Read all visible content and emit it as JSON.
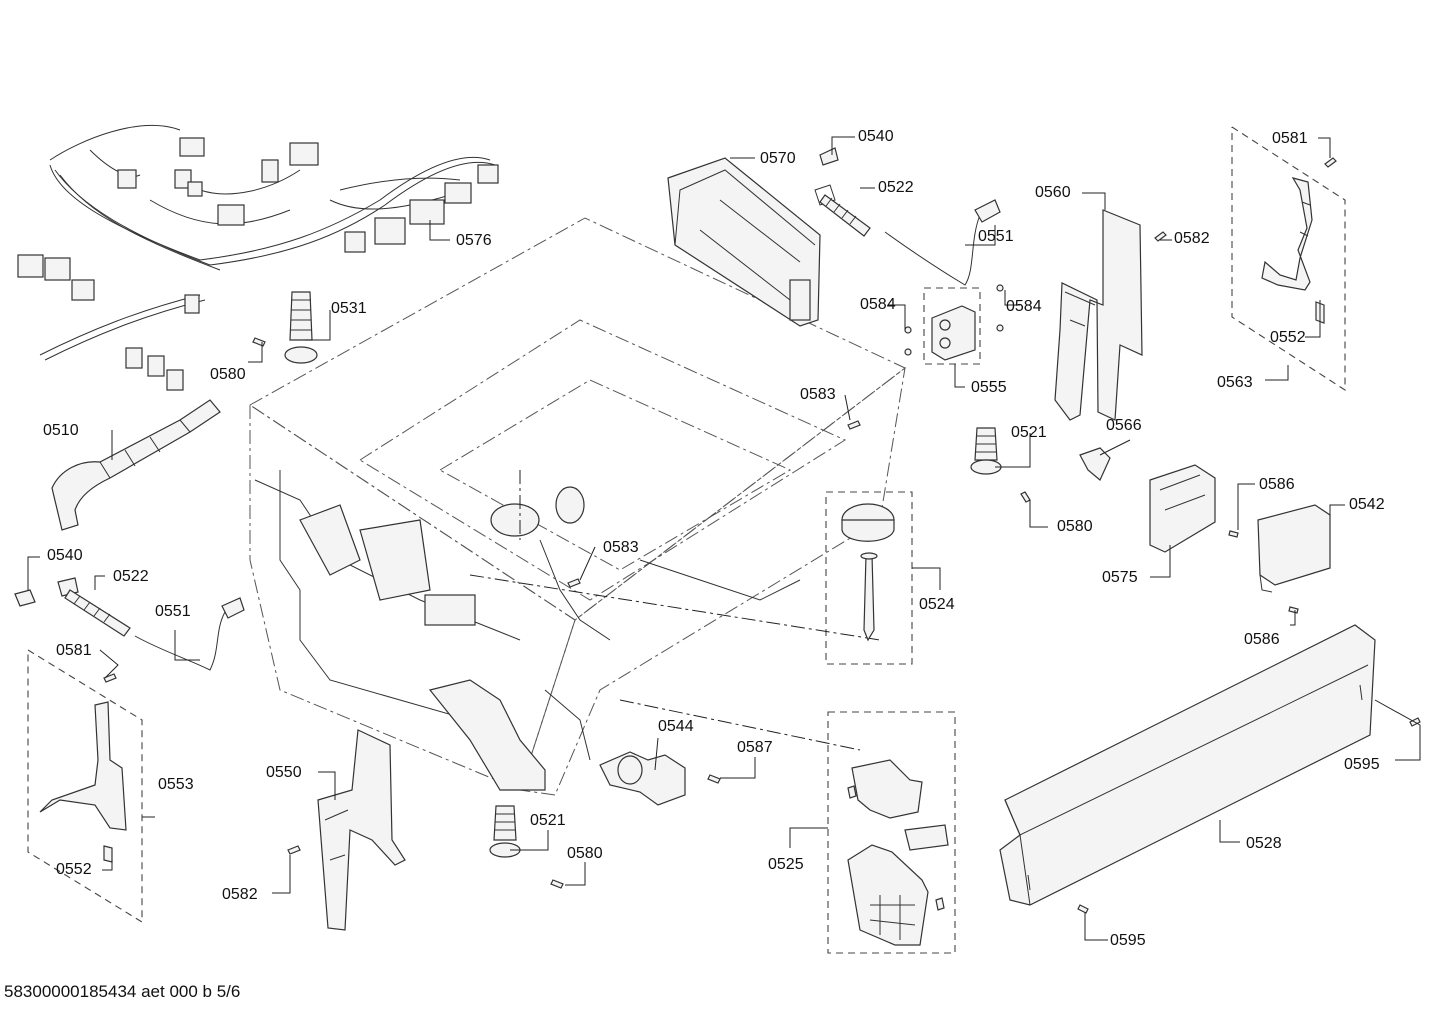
{
  "document": {
    "footer_text": "58300000185434 aet 000 b 5/6"
  },
  "callouts": {
    "c0540a": "0540",
    "c0570": "0570",
    "c0522a": "0522",
    "c0551a": "0551",
    "c0560": "0560",
    "c0581a": "0581",
    "c0582a": "0582",
    "c0576": "0576",
    "c0531": "0531",
    "c0580a": "0580",
    "c0584a": "0584",
    "c0584b": "0584",
    "c0555": "0555",
    "c0552a": "0552",
    "c0563": "0563",
    "c0583a": "0583",
    "c0510": "0510",
    "c0521a": "0521",
    "c0566": "0566",
    "c0580b": "0580",
    "c0586a": "0586",
    "c0542": "0542",
    "c0575": "0575",
    "c0540b": "0540",
    "c0583b": "0583",
    "c0524": "0524",
    "c0522b": "0522",
    "c0551b": "0551",
    "c0586b": "0586",
    "c0581b": "0581",
    "c0553": "0553",
    "c0544": "0544",
    "c0587": "0587",
    "c0550": "0550",
    "c0595a": "0595",
    "c0521b": "0521",
    "c0525": "0525",
    "c0580c": "0580",
    "c0528": "0528",
    "c0552b": "0552",
    "c0582b": "0582",
    "c0595b": "0595"
  }
}
